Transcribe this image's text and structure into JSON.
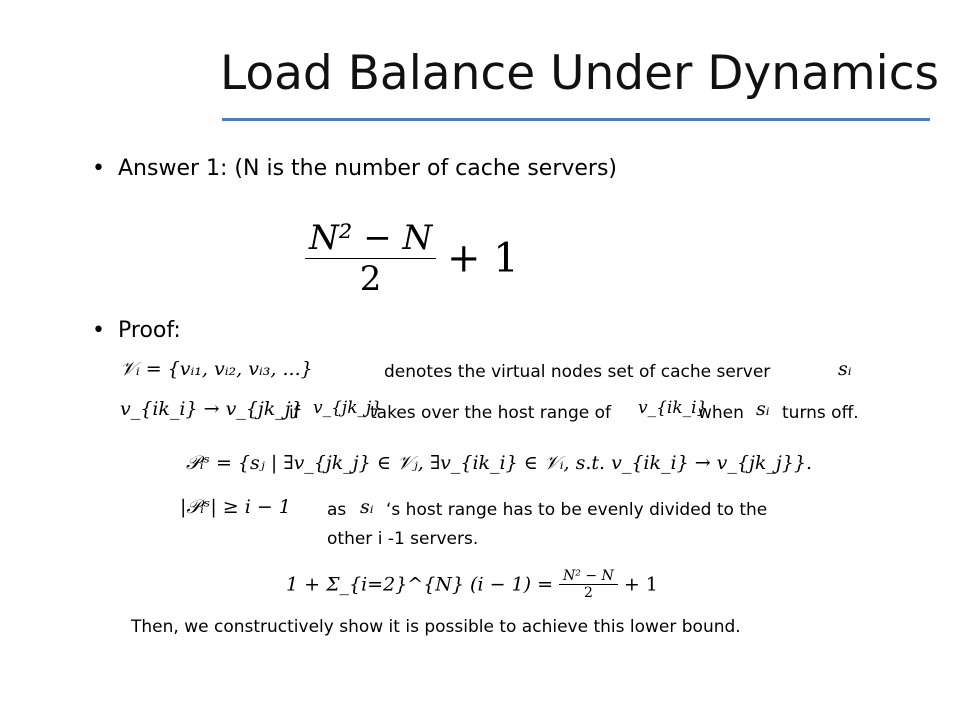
{
  "slide": {
    "title": "Load Balance Under Dynamics",
    "bullets": {
      "answer": "Answer 1: (N is the number of cache servers)",
      "proof": "Proof:"
    },
    "bullet_glyph": "•",
    "text": {
      "denotes": "denotes  the virtual nodes set of  cache server",
      "if": "if",
      "takes_over": "takes over the host range of",
      "when": "when",
      "turns_off": "turns off.",
      "as": "as",
      "host_range_1": "‘s host range has to be evenly divided to the",
      "host_range_2": "other i -1 servers.",
      "then": "Then, we constructively show it is possible to achieve this lower bound."
    },
    "math": {
      "answer_num": "N² − N",
      "answer_den": "2",
      "answer_plus": "+ 1",
      "v_set": "𝒱ᵢ = {vᵢ₁, vᵢ₂, vᵢ₃, ...}",
      "s_i": "sᵢ",
      "mapping": "v_{ik_i} → v_{jk_j}",
      "v_jk": "v_{jk_j}",
      "v_ik": "v_{ik_i}",
      "p_set": "𝒫ᵢˢ = {sⱼ | ∃v_{jk_j} ∈ 𝒱ⱼ, ∃v_{ik_i} ∈ 𝒱ᵢ, s.t. v_{ik_i} → v_{jk_j}}.",
      "p_bound": "|𝒫ᵢˢ| ≥ i − 1",
      "sum_lhs": "1 + Σ_{i=2}^{N} (i − 1) =",
      "sum_num": "N² − N",
      "sum_den": "2",
      "sum_plus": "+ 1"
    }
  }
}
